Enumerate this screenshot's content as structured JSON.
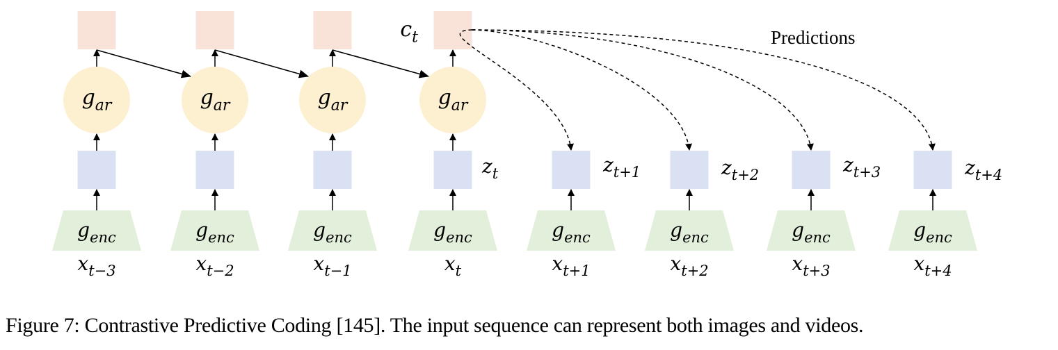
{
  "figure": {
    "caption": "Figure 7: Contrastive Predictive Coding [145]. The input sequence can represent both images and videos.",
    "predictions_label": "Predictions",
    "context_label": {
      "base": "c",
      "sub": "t"
    },
    "colors": {
      "context_box": "#f9e3d8",
      "autoregressive_circle": "#fdf0d0",
      "latent_box": "#d9e1f2",
      "encoder_trapezoid": "#e2efda",
      "arrow": "#000000"
    },
    "past_steps": [
      {
        "ar": {
          "base": "g",
          "sub": "ar"
        },
        "enc": {
          "base": "g",
          "sub": "enc"
        },
        "x": {
          "base": "x",
          "sub": "t−3"
        },
        "z": null
      },
      {
        "ar": {
          "base": "g",
          "sub": "ar"
        },
        "enc": {
          "base": "g",
          "sub": "enc"
        },
        "x": {
          "base": "x",
          "sub": "t−2"
        },
        "z": null
      },
      {
        "ar": {
          "base": "g",
          "sub": "ar"
        },
        "enc": {
          "base": "g",
          "sub": "enc"
        },
        "x": {
          "base": "x",
          "sub": "t−1"
        },
        "z": null
      },
      {
        "ar": {
          "base": "g",
          "sub": "ar"
        },
        "enc": {
          "base": "g",
          "sub": "enc"
        },
        "x": {
          "base": "x",
          "sub": "t"
        },
        "z": {
          "base": "z",
          "sub": "t"
        }
      }
    ],
    "future_steps": [
      {
        "enc": {
          "base": "g",
          "sub": "enc"
        },
        "x": {
          "base": "x",
          "sub": "t+1"
        },
        "z": {
          "base": "z",
          "sub": "t+1"
        }
      },
      {
        "enc": {
          "base": "g",
          "sub": "enc"
        },
        "x": {
          "base": "x",
          "sub": "t+2"
        },
        "z": {
          "base": "z",
          "sub": "t+2"
        }
      },
      {
        "enc": {
          "base": "g",
          "sub": "enc"
        },
        "x": {
          "base": "x",
          "sub": "t+3"
        },
        "z": {
          "base": "z",
          "sub": "t+3"
        }
      },
      {
        "enc": {
          "base": "g",
          "sub": "enc"
        },
        "x": {
          "base": "x",
          "sub": "t+4"
        },
        "z": {
          "base": "z",
          "sub": "t+4"
        }
      }
    ]
  }
}
